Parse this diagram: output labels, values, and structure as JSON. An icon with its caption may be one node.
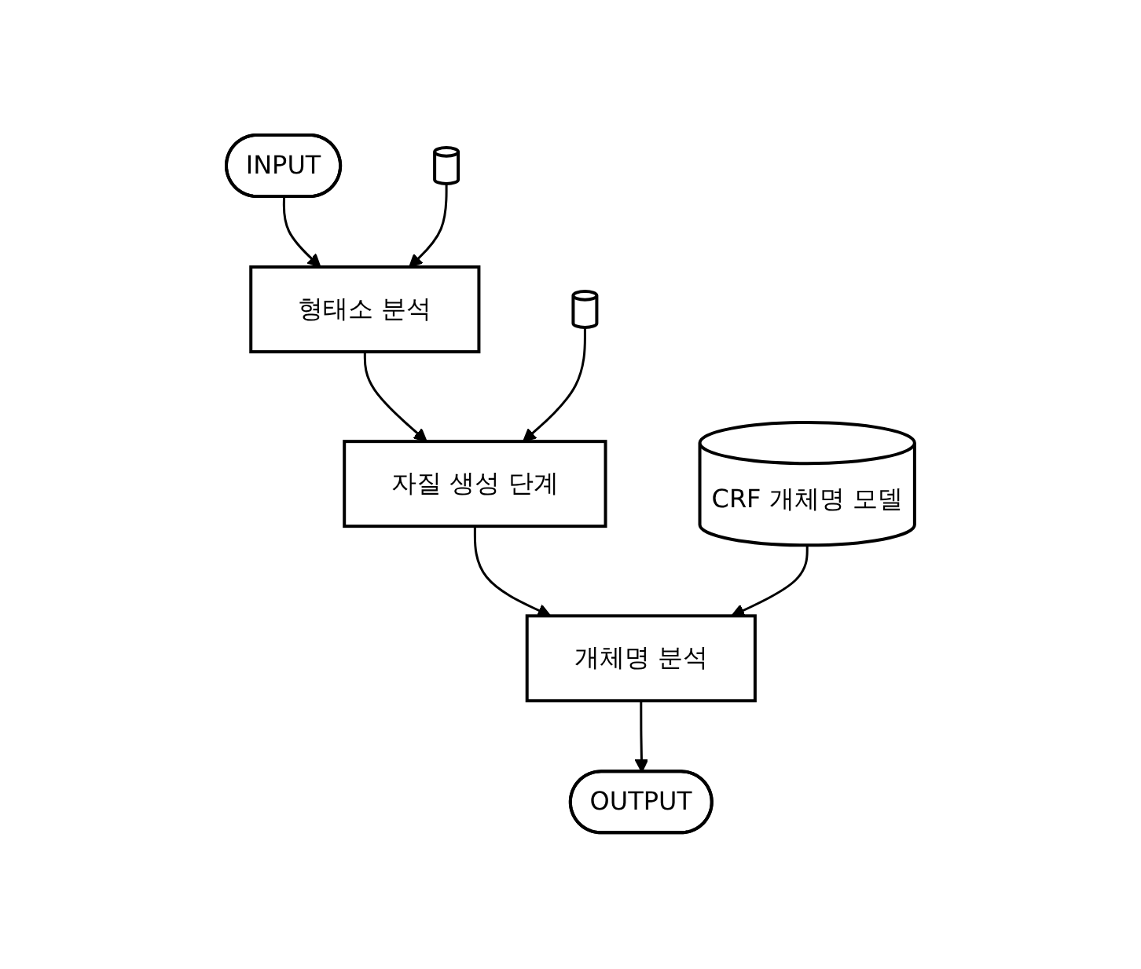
{
  "diagram": {
    "nodes": [
      {
        "text": [
          "INPUT"
        ]
      },
      {
        "text": [
          "형태소 분석"
        ]
      },
      {
        "text": [],
        "shape": "cylinder"
      },
      {
        "text": [
          "자질 생성 단계"
        ]
      },
      {
        "text": [],
        "shape": "cylinder"
      },
      {
        "text": [
          "개체명 분석"
        ]
      },
      {
        "text": [
          "CRF 개체명 모델"
        ]
      },
      {
        "text": [
          "OUTPUT"
        ]
      }
    ],
    "edges": [
      {
        "from": 0,
        "to": 1,
        "arrow": "to"
      },
      {
        "from": 2,
        "to": 1,
        "arrow": "to"
      },
      {
        "from": 1,
        "to": 3,
        "arrow": "to"
      },
      {
        "from": 4,
        "to": 3,
        "arrow": "to"
      },
      {
        "from": 3,
        "to": 5,
        "arrow": "to"
      },
      {
        "from": 6,
        "to": 5,
        "arrow": "to"
      },
      {
        "from": 5,
        "to": 7,
        "arrow": "to"
      }
    ]
  }
}
